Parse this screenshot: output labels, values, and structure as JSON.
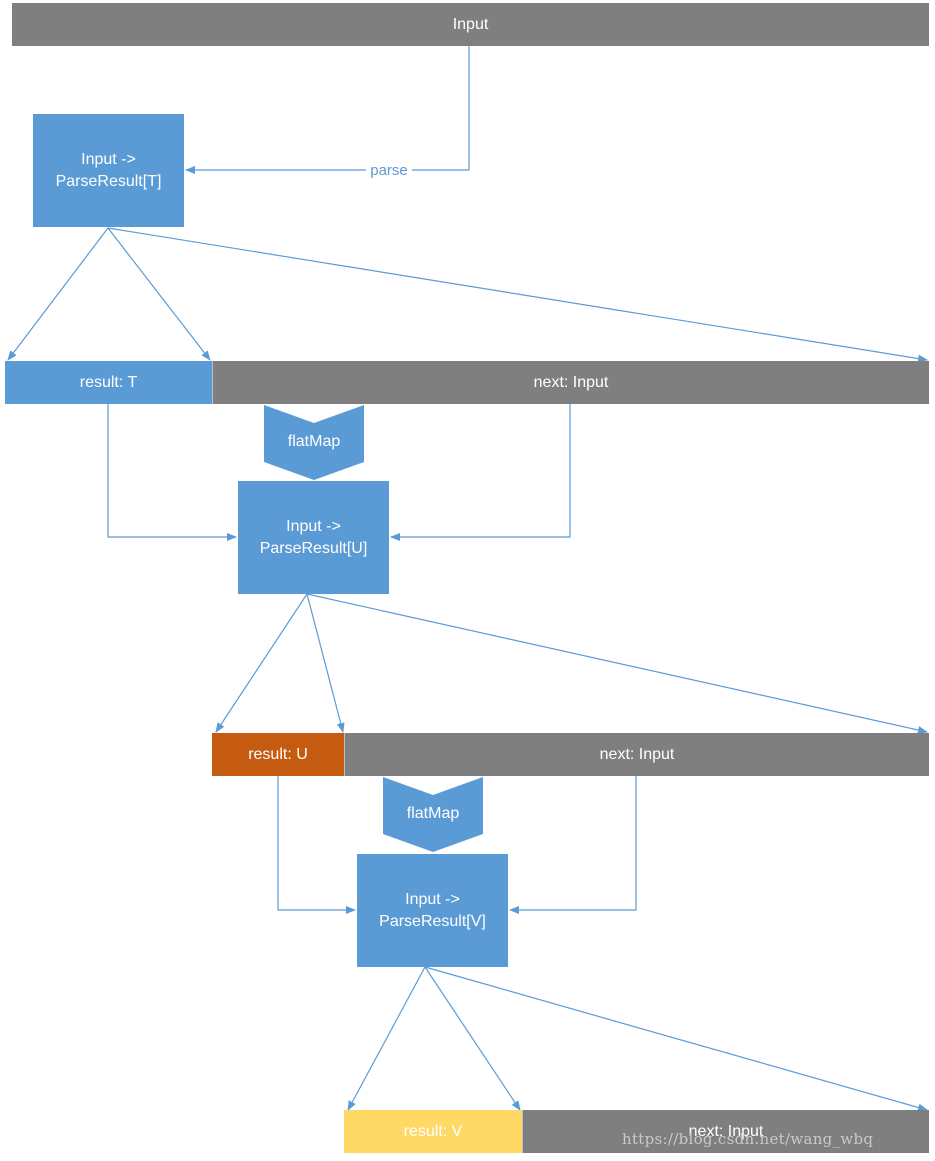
{
  "top_bar": {
    "label": "Input"
  },
  "edge_label": {
    "parse": "parse"
  },
  "parsers": [
    {
      "line1": "Input ->",
      "line2": "ParseResult[T]"
    },
    {
      "line1": "Input ->",
      "line2": "ParseResult[U]"
    },
    {
      "line1": "Input ->",
      "line2": "ParseResult[V]"
    }
  ],
  "results": [
    {
      "result": "result: T",
      "next": "next: Input"
    },
    {
      "result": "result: U",
      "next": "next: Input"
    },
    {
      "result": "result: V",
      "next": "next: Input"
    }
  ],
  "flatmaps": [
    {
      "label": "flatMap"
    },
    {
      "label": "flatMap"
    }
  ],
  "watermark": "https://blog.csdn.net/wang_wbq",
  "colors": {
    "gray": "#7f7f7f",
    "blue": "#5b9bd5",
    "orange": "#c55a11",
    "yellow": "#ffd966",
    "line": "#5b9bd5"
  }
}
